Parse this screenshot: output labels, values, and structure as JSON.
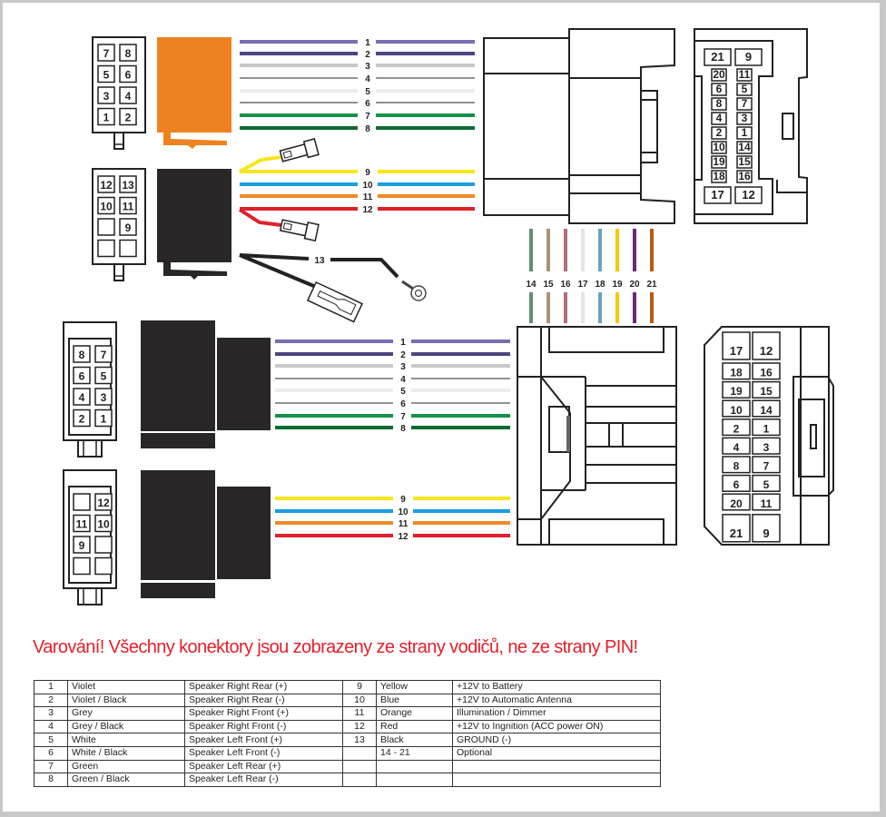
{
  "warning_text": "Varování! Všechny konektory jsou zobrazeny ze strany vodičů, ne ze strany PIN!",
  "wires_top": [
    {
      "num": "1",
      "color": "#7a6cb0",
      "thick": true
    },
    {
      "num": "2",
      "color": "#4b4681",
      "thick": true
    },
    {
      "num": "3",
      "color": "#c8c8c8",
      "thick": true
    },
    {
      "num": "4",
      "color": "#6e6e6e",
      "thick": false
    },
    {
      "num": "5",
      "color": "#ececec",
      "thick": true
    },
    {
      "num": "6",
      "color": "#6e6e6e",
      "thick": false
    },
    {
      "num": "7",
      "color": "#13924a",
      "thick": true
    },
    {
      "num": "8",
      "color": "#0e6a31",
      "thick": true
    },
    {
      "num": "9",
      "color": "#f6e61d",
      "thick": true
    },
    {
      "num": "10",
      "color": "#1b9ee0",
      "thick": true
    },
    {
      "num": "11",
      "color": "#ee8a27",
      "thick": true
    },
    {
      "num": "12",
      "color": "#e0202a",
      "thick": true
    }
  ],
  "ground_wire": {
    "num": "13",
    "color": "#222222"
  },
  "optional_wires": [
    {
      "num": "14",
      "color": "#5e8f72"
    },
    {
      "num": "15",
      "color": "#a89478"
    },
    {
      "num": "16",
      "color": "#b07078"
    },
    {
      "num": "17",
      "color": "#e4e4e4"
    },
    {
      "num": "18",
      "color": "#6aa2c0"
    },
    {
      "num": "19",
      "color": "#f6c800"
    },
    {
      "num": "20",
      "color": "#6a2a7a"
    },
    {
      "num": "21",
      "color": "#b85a10"
    }
  ],
  "iso_speaker_pins": [
    [
      "7",
      "8"
    ],
    [
      "5",
      "6"
    ],
    [
      "3",
      "4"
    ],
    [
      "1",
      "2"
    ]
  ],
  "iso_power_pins": [
    [
      "12",
      "13"
    ],
    [
      "10",
      "11"
    ],
    [
      "",
      "9"
    ],
    [
      "",
      ""
    ]
  ],
  "vehicle_connector_top": {
    "top": [
      "21",
      "9"
    ],
    "rows": [
      [
        "20",
        "11"
      ],
      [
        "6",
        "5"
      ],
      [
        "8",
        "7"
      ],
      [
        "4",
        "3"
      ],
      [
        "2",
        "1"
      ],
      [
        "10",
        "14"
      ],
      [
        "19",
        "15"
      ],
      [
        "18",
        "16"
      ]
    ],
    "bottom": [
      "17",
      "12"
    ]
  },
  "iso_speaker_pins_2": [
    [
      "8",
      "7"
    ],
    [
      "6",
      "5"
    ],
    [
      "4",
      "3"
    ],
    [
      "2",
      "1"
    ]
  ],
  "iso_power_pins_2": [
    [
      "",
      "12"
    ],
    [
      "11",
      "10"
    ],
    [
      "9",
      ""
    ],
    [
      "",
      ""
    ]
  ],
  "vehicle_connector_side": {
    "top": [
      "17",
      "12"
    ],
    "rows": [
      [
        "18",
        "16"
      ],
      [
        "19",
        "15"
      ],
      [
        "10",
        "14"
      ],
      [
        "2",
        "1"
      ],
      [
        "4",
        "3"
      ],
      [
        "8",
        "7"
      ],
      [
        "6",
        "5"
      ],
      [
        "20",
        "11"
      ]
    ],
    "bottom": [
      "21",
      "9"
    ]
  },
  "legend_left": [
    {
      "num": "1",
      "color": "Violet",
      "function": "Speaker Right Rear (+)"
    },
    {
      "num": "2",
      "color": "Violet / Black",
      "function": "Speaker Right Rear (-)"
    },
    {
      "num": "3",
      "color": "Grey",
      "function": "Speaker Right Front (+)"
    },
    {
      "num": "4",
      "color": "Grey / Black",
      "function": "Speaker Right Front (-)"
    },
    {
      "num": "5",
      "color": "White",
      "function": "Speaker Left Front (+)"
    },
    {
      "num": "6",
      "color": "White / Black",
      "function": "Speaker Left Front (-)"
    },
    {
      "num": "7",
      "color": "Green",
      "function": "Speaker Left Rear (+)"
    },
    {
      "num": "8",
      "color": "Green / Black",
      "function": "Speaker Left Rear (-)"
    }
  ],
  "legend_right": [
    {
      "num": "9",
      "color": "Yellow",
      "function": "+12V to Battery"
    },
    {
      "num": "10",
      "color": "Blue",
      "function": "+12V to Automatic Antenna"
    },
    {
      "num": "11",
      "color": "Orange",
      "function": "Illumination / Dimmer"
    },
    {
      "num": "12",
      "color": "Red",
      "function": "+12V to Ingnition (ACC power ON)"
    },
    {
      "num": "13",
      "color": "Black",
      "function": "GROUND (-)"
    },
    {
      "num": "",
      "color": "14 - 21",
      "function": "Optional"
    },
    {
      "num": "",
      "color": "",
      "function": ""
    },
    {
      "num": "",
      "color": "",
      "function": ""
    }
  ],
  "colors": {
    "warning": "#e3202a",
    "iso_orange": "#ee8220",
    "iso_black": "#282626"
  }
}
